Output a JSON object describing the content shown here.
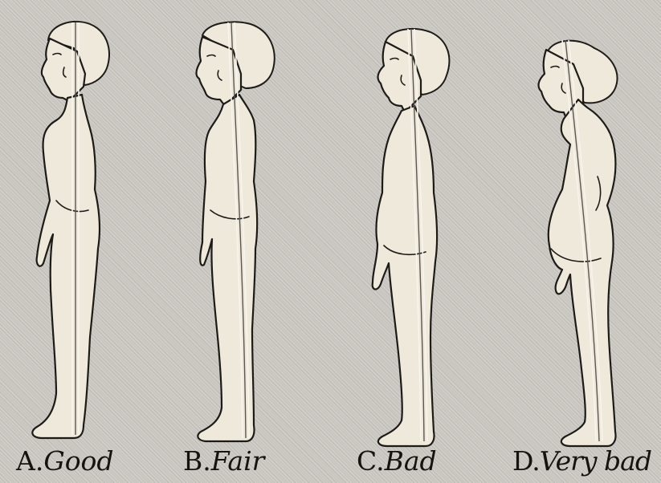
{
  "figures": [
    {
      "letter": "A.",
      "label": "Good"
    },
    {
      "letter": "B.",
      "label": "Fair"
    },
    {
      "letter": "C.",
      "label": "Bad"
    },
    {
      "letter": "D.",
      "label": "Very bad"
    }
  ],
  "colors": {
    "background": "#c9c6c0",
    "figure_fill": "#efe9db",
    "outline": "#1d1b18"
  }
}
